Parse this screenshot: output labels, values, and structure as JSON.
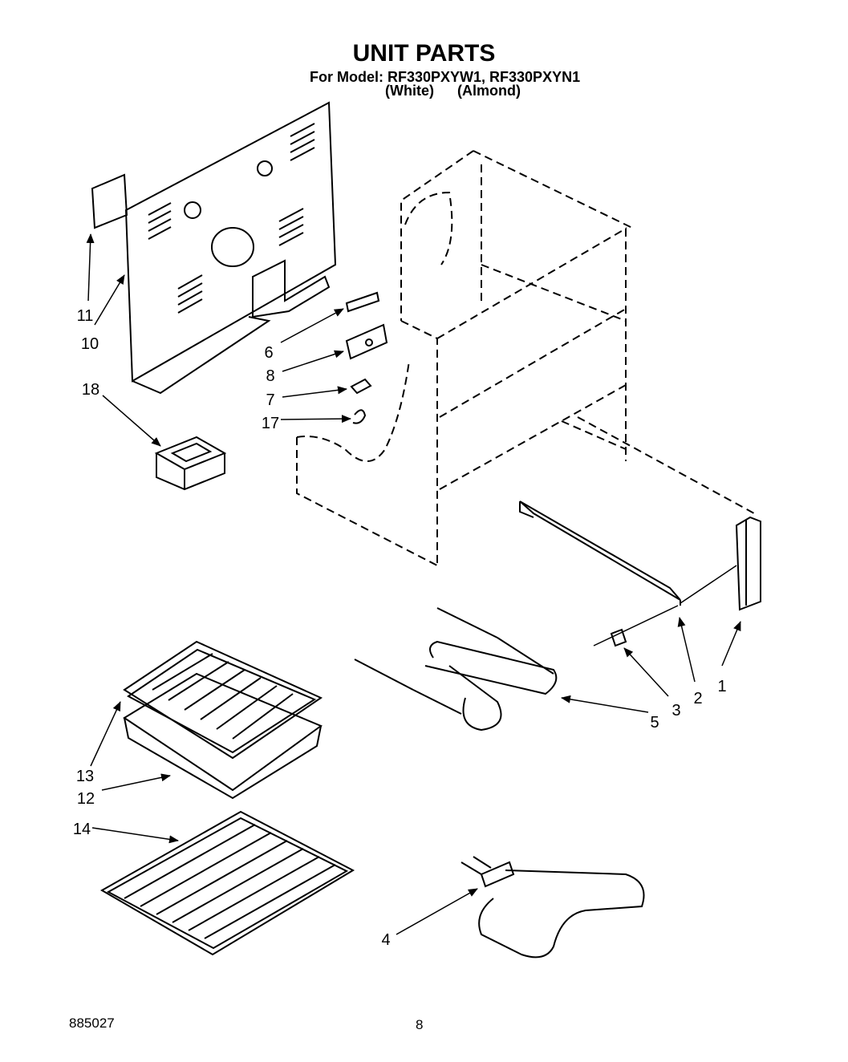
{
  "header": {
    "title": "UNIT PARTS",
    "model_line": "For Model: RF330PXYW1, RF330PXYN1",
    "variants_line": "(White) (Almond)"
  },
  "footer": {
    "doc_number": "885027",
    "page_number": "8"
  },
  "callouts": {
    "c1": "1",
    "c2": "2",
    "c3": "3",
    "c4": "4",
    "c5": "5",
    "c6": "6",
    "c7": "7",
    "c8": "8",
    "c10": "10",
    "c11": "11",
    "c12": "12",
    "c13": "13",
    "c14": "14",
    "c17": "17",
    "c18": "18"
  }
}
